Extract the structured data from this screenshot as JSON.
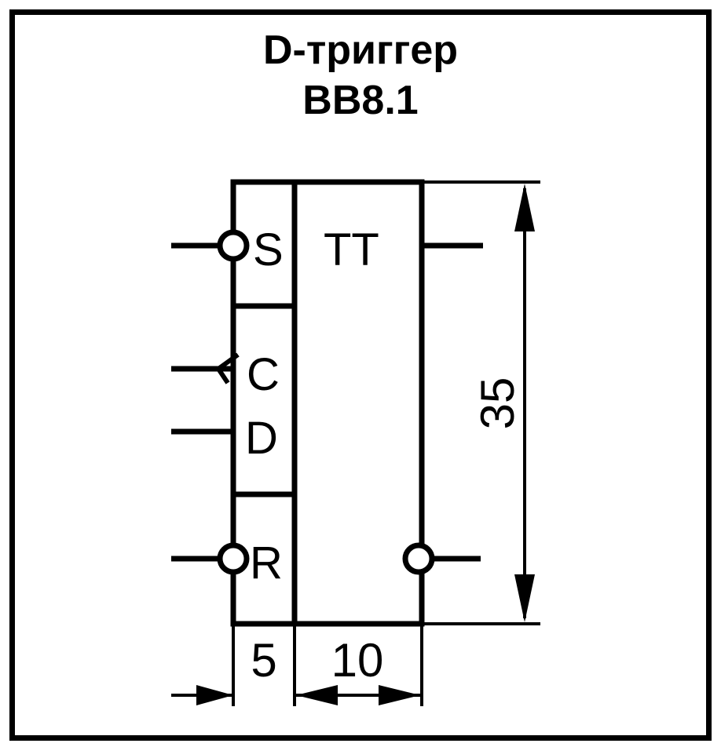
{
  "title": {
    "line1": "D-триггер",
    "line2": "BB8.1"
  },
  "symbol": {
    "function_label": "TT",
    "inputs": {
      "set": "S",
      "clock": "C",
      "data": "D",
      "reset": "R"
    }
  },
  "dimensions": {
    "height": "35",
    "left_column_width": "5",
    "right_column_width": "10"
  }
}
